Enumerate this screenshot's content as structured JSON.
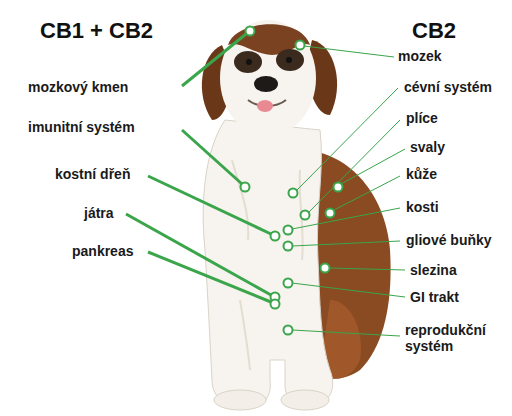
{
  "diagram": {
    "labels": [
      "CB1 + CB2",
      "CB2",
      "mozkový kmen",
      "imunitní systém",
      "kostní dřeň",
      "játra",
      "pankreas",
      "mozek",
      "cévní systém",
      "plíce",
      "svaly",
      "kůže",
      "kosti",
      "gliové buňky",
      "slezina",
      "GI trakt",
      "reprodukční systém"
    ]
  }
}
